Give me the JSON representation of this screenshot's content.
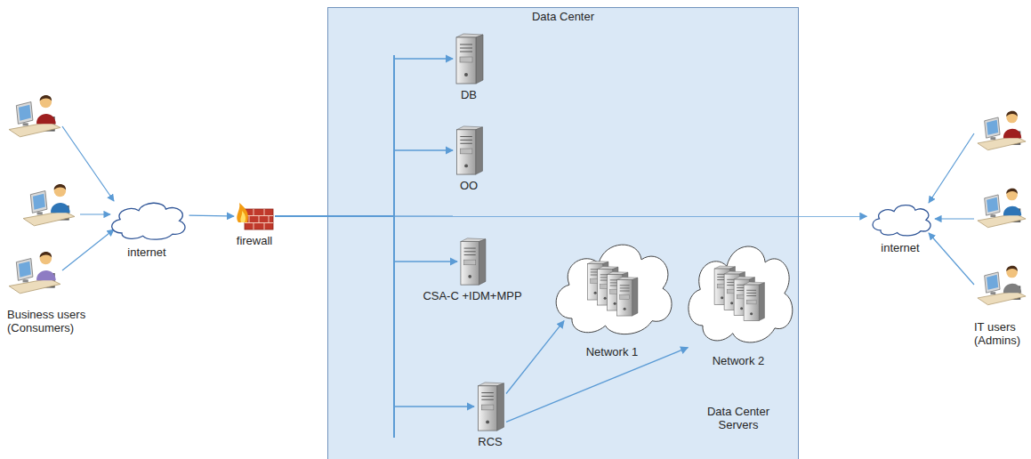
{
  "diagram": {
    "nodes": [
      {
        "text": [
          "internet"
        ]
      },
      {
        "text": [
          "firewall"
        ]
      },
      {
        "text": [
          "Data Center",
          "Data Center Servers"
        ]
      },
      {
        "text": [
          "DB"
        ],
        "in": 2
      },
      {
        "text": [
          "OO"
        ],
        "in": 2
      },
      {
        "text": [
          "CSA-C +IDM+MPP"
        ],
        "in": 2
      },
      {
        "text": [
          "RCS"
        ],
        "in": 2
      },
      {
        "text": [
          "Network 1"
        ],
        "in": 2
      },
      {
        "text": [
          "Network 2"
        ],
        "in": 2
      },
      {
        "text": [
          "internet"
        ]
      }
    ],
    "edges": [
      {
        "from": 0,
        "to": 1,
        "arrow": "to"
      },
      {
        "from": 1,
        "to": 3,
        "arrow": "to"
      },
      {
        "from": 1,
        "to": 4,
        "arrow": "to"
      },
      {
        "from": 1,
        "to": 5,
        "arrow": "to"
      },
      {
        "from": 1,
        "to": 6,
        "arrow": "to"
      },
      {
        "from": 1,
        "to": 9,
        "arrow": "to"
      },
      {
        "from": 6,
        "to": 7,
        "arrow": "to"
      },
      {
        "from": 6,
        "to": 8,
        "arrow": "to"
      }
    ],
    "labels": [
      "Business users (Consumers)",
      "IT users (Admins)"
    ]
  }
}
